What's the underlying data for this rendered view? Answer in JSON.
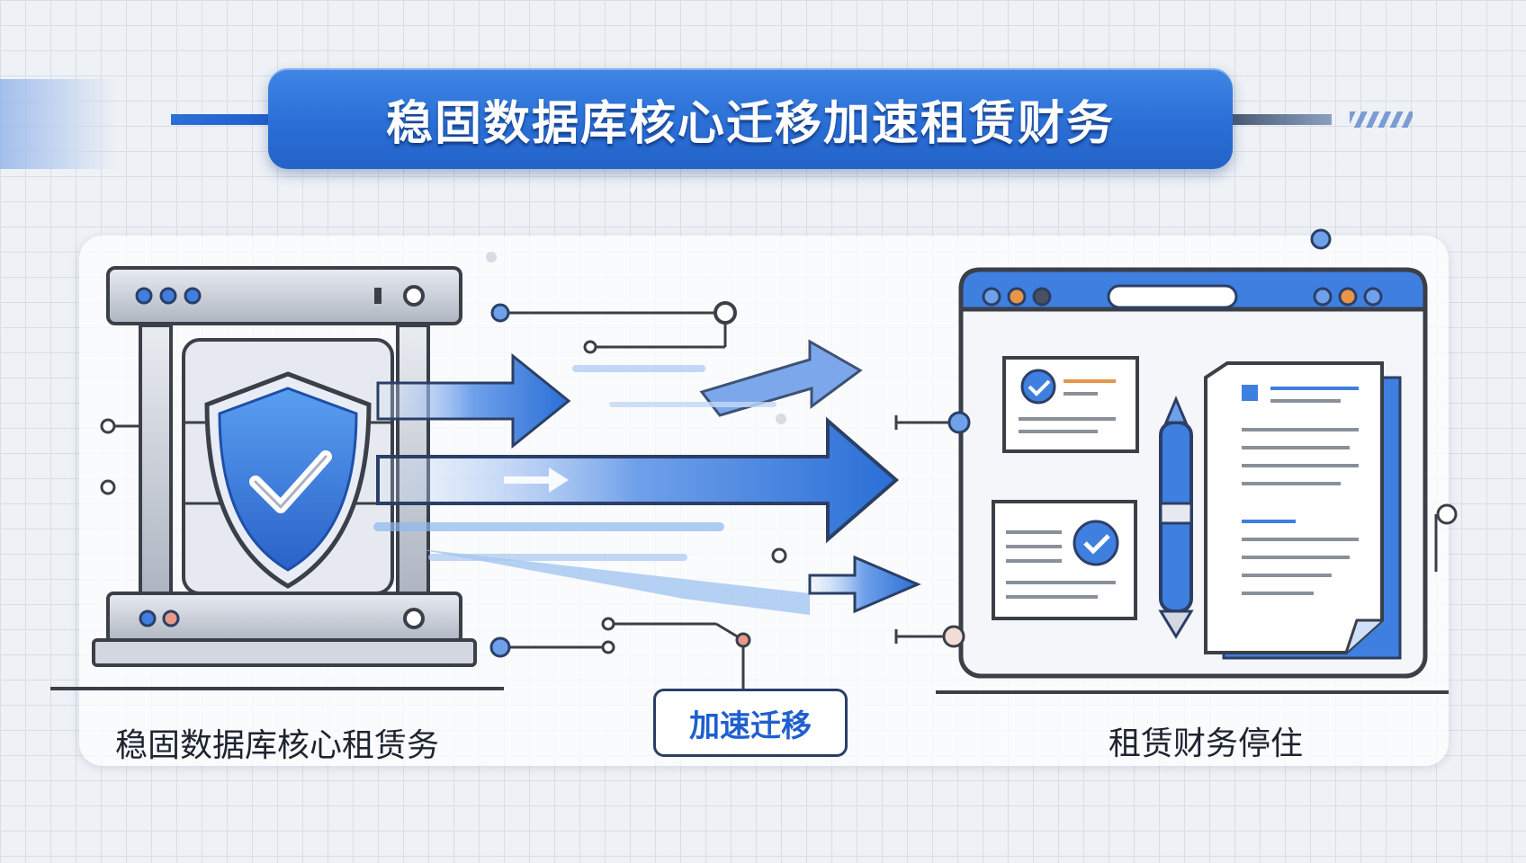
{
  "title": "稳固数据库核心迁移加速租赁财务",
  "left_caption": "稳固数据库核心租赁务",
  "center_label": "加速迁移",
  "right_caption": "租赁财务停住",
  "colors": {
    "primary_blue": "#2a6fd6",
    "light_blue": "#8fb8ee",
    "outline": "#3a3f48",
    "accent_orange": "#e8954a"
  },
  "icons": {
    "left": "database-server-with-shield-check-icon",
    "center": "migration-arrows-icon",
    "right": "finance-document-window-icon"
  }
}
